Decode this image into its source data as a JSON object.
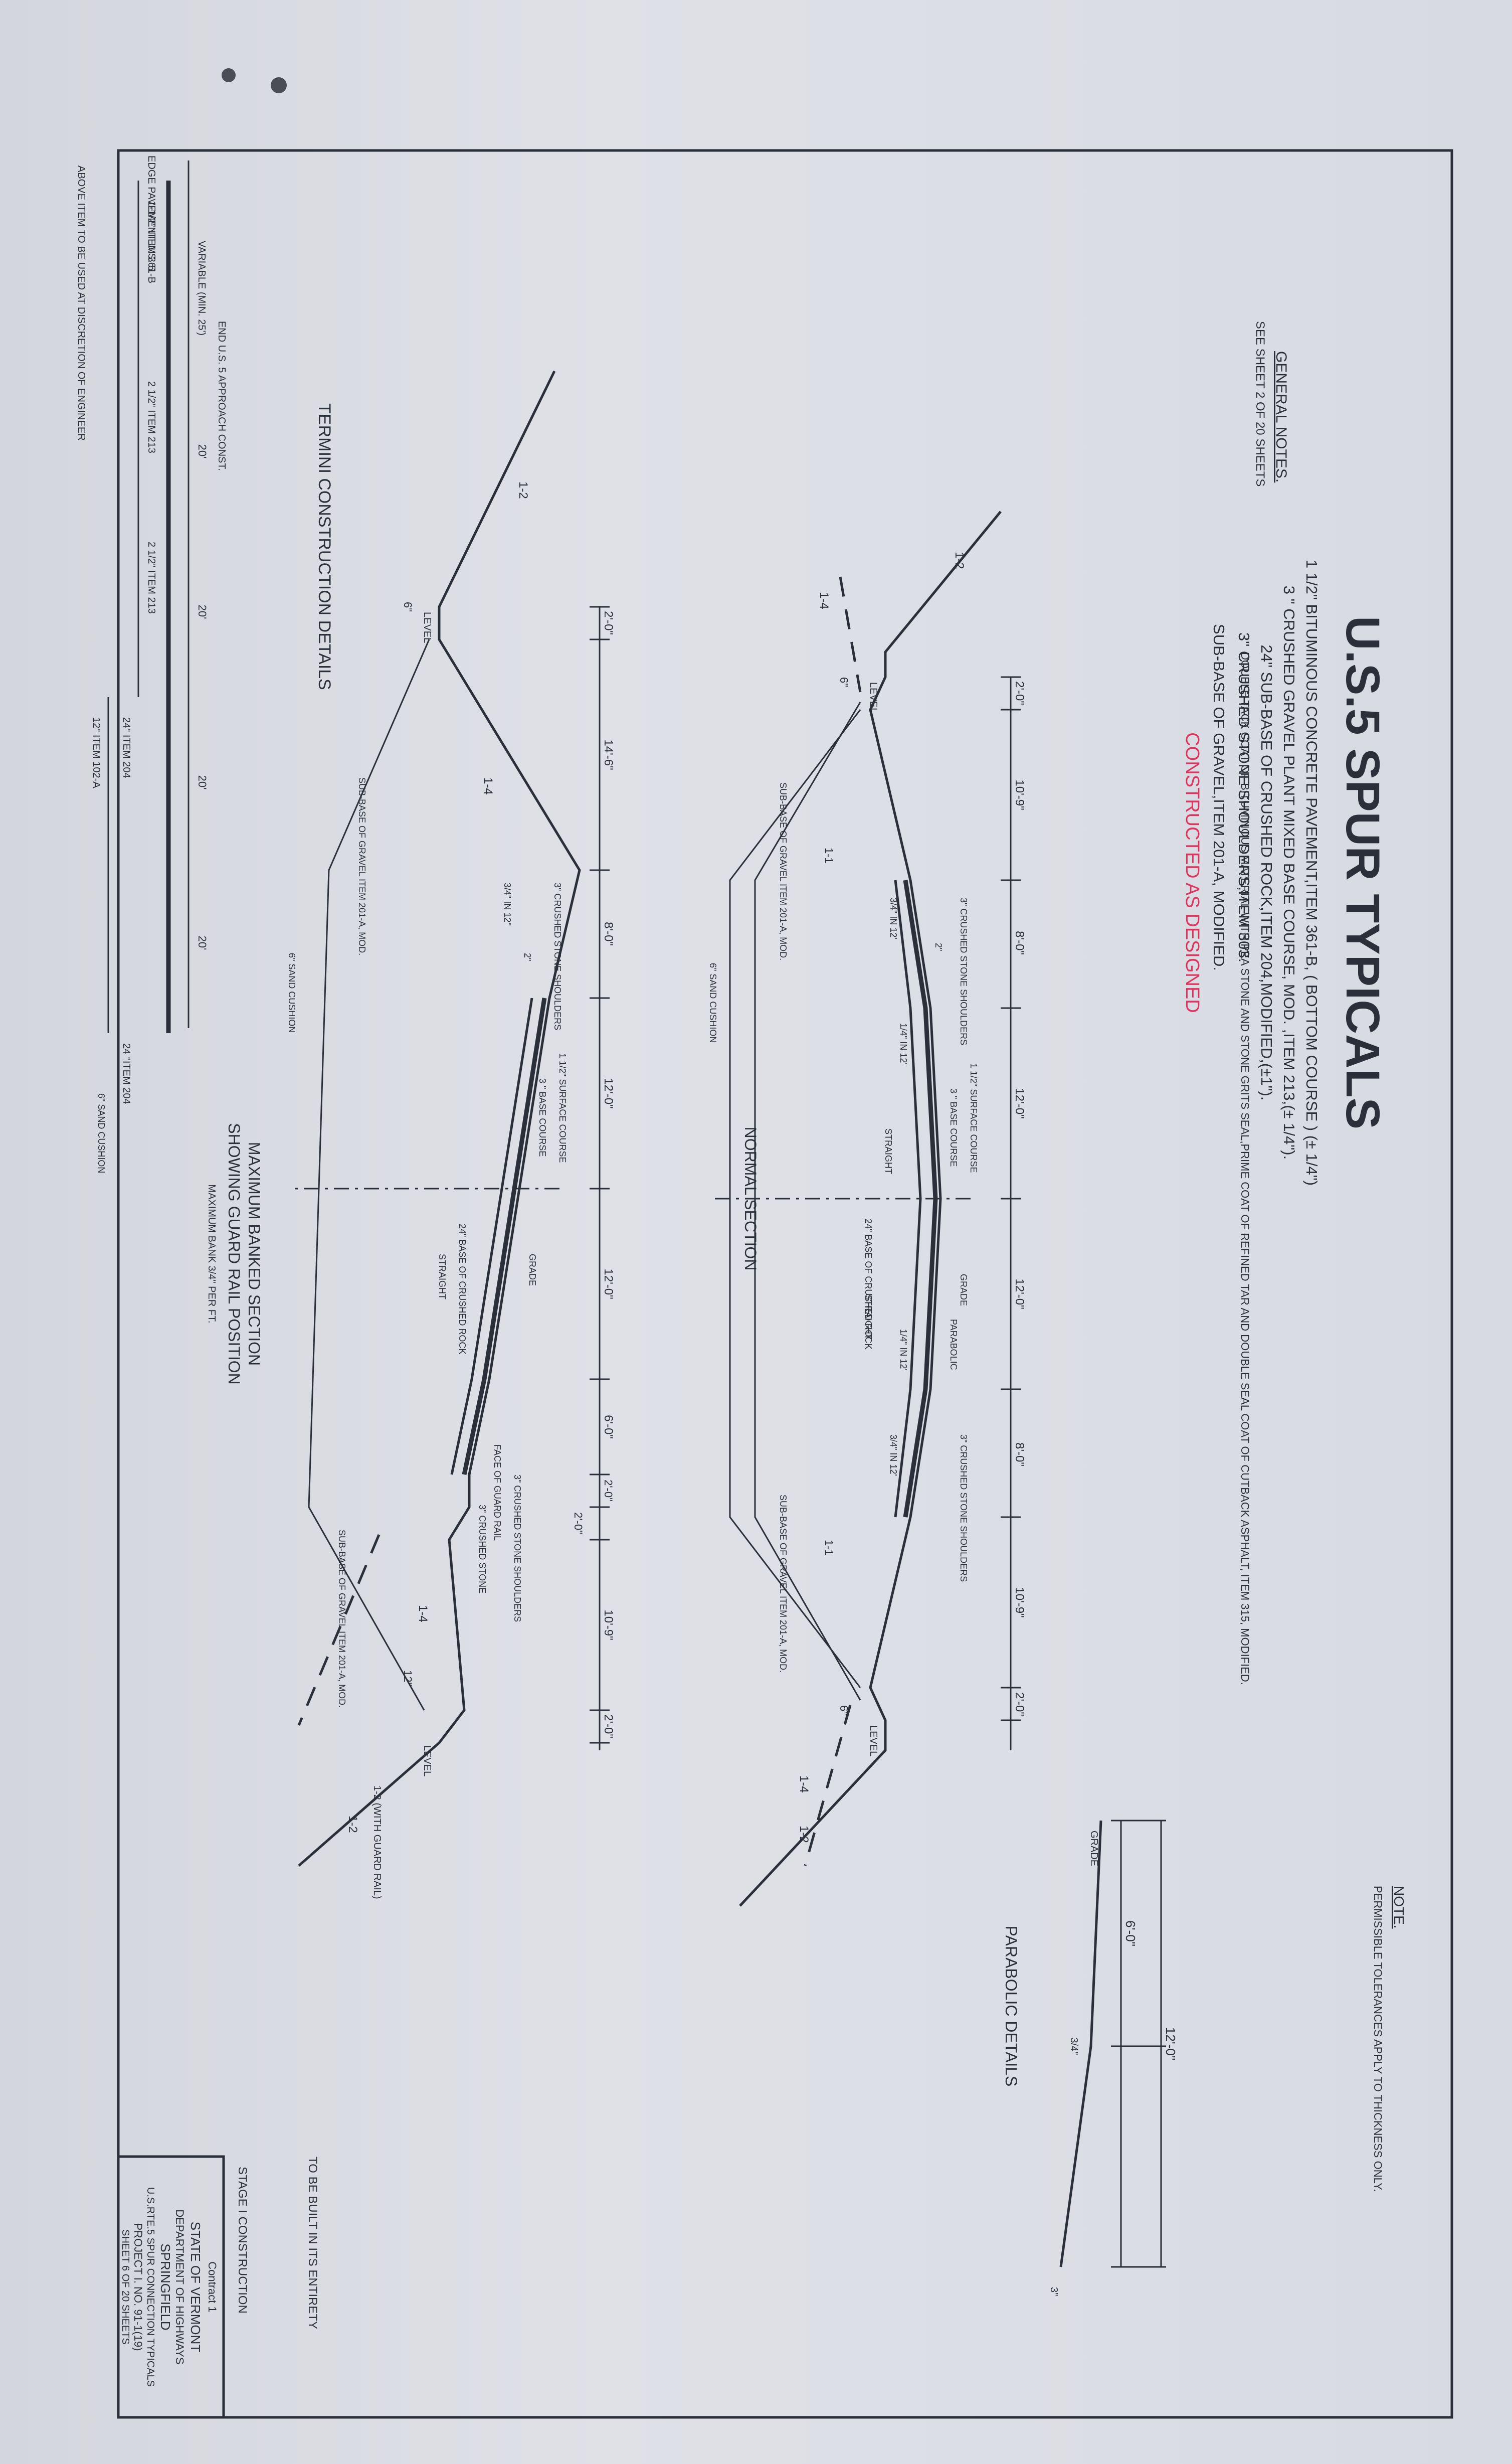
{
  "title": "U.S.5 SPUR      TYPICALS",
  "materials": [
    "1 1/2\" BITUMINOUS CONCRETE PAVEMENT,ITEM 361-B, ( BOTTOM COURSE ) (± 1/4\")",
    "3 \" CRUSHED GRAVEL PLANT MIXED BASE COURSE, MOD. ,ITEM 213,(± 1/4\").",
    "24\" SUB-BASE OF CRUSHED ROCK,ITEM 204,MODIFIED,(±1\").",
    "3\" CRUSHED STONE SHOULDERS,ITEM 303.",
    "SUB-BASE OF GRAVEL,ITEM 201-A, MODIFIED."
  ],
  "tack_note": "DOUBLE TACK COAT OF BITUMINOUS MATERIAL WITH PEA STONE AND STONE GRITS SEAL,PRIME COAT OF REFINED TAR AND DOUBLE SEAL COAT OF CUTBACK ASPHALT, ITEM 315, MODIFIED.",
  "stamp": "CONSTRUCTED AS DESIGNED",
  "general_notes": {
    "heading": "GENERAL NOTES.",
    "line": "SEE SHEET 2 OF 20 SHEETS"
  },
  "note": {
    "heading": "NOTE.",
    "text": "PERMISSIBLE TOLERANCES APPLY TO THICKNESS ONLY."
  },
  "normal_section": {
    "title": "NORMAL      SECTION",
    "dims": [
      "2'-0\"",
      "10'-9\"",
      "8'-0\"",
      "12'-0\"",
      "12'-0\"",
      "8'-0\"",
      "10'-9\"",
      "2'-0\""
    ],
    "labels": {
      "level_left": "LEVEL",
      "level_right": "LEVEL",
      "slope_back_left": "1-2",
      "slope_back_right": "1-2",
      "slope_fore_left": "1-4",
      "slope_fore_right": "1-4",
      "slope_inner_left": "1-1",
      "slope_inner_right": "1-1",
      "six_left": "6\"",
      "six_right": "6\"",
      "subbase_left": "SUB-BASE OF GRAVEL ITEM 201-A, MOD.",
      "subbase_right": "SUB-BASE OF GRAVEL ITEM 201-A, MOD.",
      "shoulder_left": "3\" CRUSHED STONE SHOULDERS",
      "shoulder_right": "3\" CRUSHED STONE SHOULDERS",
      "shoulder_slope_left": "3/4\" IN 12'",
      "shoulder_slope_right": "3/4\" IN 12'",
      "lane_slope_left": "1/4\" IN 12'",
      "lane_slope_right": "1/4\" IN 12'",
      "sand": "6\" SAND CUSHION",
      "surface": "1 1/2\" SURFACE COURSE",
      "base": "3 \" BASE COURSE",
      "crushed_rock": "24\" BASE OF CRUSHED ROCK",
      "straight_left": "STRAIGHT",
      "straight_right": "STRAIGHT",
      "grade": "GRADE",
      "parabolic": "PARABOLIC",
      "two_in": "2\""
    }
  },
  "banked_section": {
    "title_1": "MAXIMUM BANKED SECTION",
    "title_2": "SHOWING GUARD RAIL POSITION",
    "subtitle": "MAXIMUM BANK 3/4\" PER FT.",
    "dims": [
      "2'-0\"",
      "14'-6\"",
      "8'-0\"",
      "12'-0\"",
      "12'-0\"",
      "6'-0\"",
      "2'-0\"",
      "2'-0\"",
      "10'-9\"",
      "2'-0\""
    ],
    "labels": {
      "level_left": "LEVEL",
      "level_right": "LEVEL",
      "slope_back_left": "1-2",
      "slope_back_right": "1-2",
      "guard_rail_slope": "1-2 (WITH GUARD RAIL)",
      "slope_fore_left": "1-4",
      "slope_fore_right": "1-4",
      "six": "6\"",
      "twelve": "12\"",
      "subbase_left": "SUB-BASE OF GRAVEL ITEM 201-A, MOD.",
      "subbase_right": "SUB-BASE OF GRAVEL ITEM 201-A, MOD.",
      "shoulder_left": "3\" CRUSHED STONE SHOULDERS",
      "shoulder_right": "3\" CRUSHED STONE SHOULDERS",
      "shoulder_slope": "3/4\" IN 12\"",
      "sand": "6\" SAND CUSHION",
      "surface": "1 1/2\" SURFACE COURSE",
      "base": "3 \" BASE COURSE",
      "crushed_rock": "24\" BASE OF CRUSHED ROCK",
      "straight": "STRAIGHT",
      "grade": "GRADE",
      "face_rail": "FACE OF GUARD RAIL",
      "crushed_stone": "3\" CRUSHED STONE",
      "two_in": "2\""
    }
  },
  "parabolic_details": {
    "title": "PARABOLIC DETAILS",
    "grade": "GRADE",
    "dim_outer": "12'-0\"",
    "dim_inner": "6'-0\"",
    "three_quarter": "3/4\"",
    "three": "3\""
  },
  "termini": {
    "title": "TERMINI CONSTRUCTION DETAILS",
    "edge": "EDGE PAVEMENT U.S. 5",
    "variable": "VARIABLE (MIN. 25')",
    "end": "END U.S. 5 APPROACH CONST.",
    "spans": [
      "20'",
      "20'",
      "20'",
      "20'"
    ],
    "items": [
      "1-1/2\" ITEM 361-B",
      "2 1/2\" ITEM 213",
      "2 1/2\" ITEM 213",
      "24\" ITEM 204",
      "12\" ITEM 102-A",
      "24 \"ITEM 204"
    ],
    "sand": "6\" SAND CUSHION",
    "footnote": "ABOVE ITEM TO BE USED AT DISCRETION OF ENGINEER"
  },
  "stage": {
    "line1": "TO BE BUILT IN ITS ENTIRETY",
    "line2": "STAGE I CONSTRUCTION"
  },
  "title_block": {
    "contract": "Contract 1",
    "state": "STATE OF VERMONT",
    "dept": "DEPARTMENT OF HIGHWAYS",
    "town": "SPRINGFIELD",
    "desc": "U.S.RTE.5 SPUR CONNECTION TYPICALS",
    "project": "PROJECT I. NO. 91-1(19)",
    "sheet": "SHEET 6 OF 20 SHEETS"
  }
}
